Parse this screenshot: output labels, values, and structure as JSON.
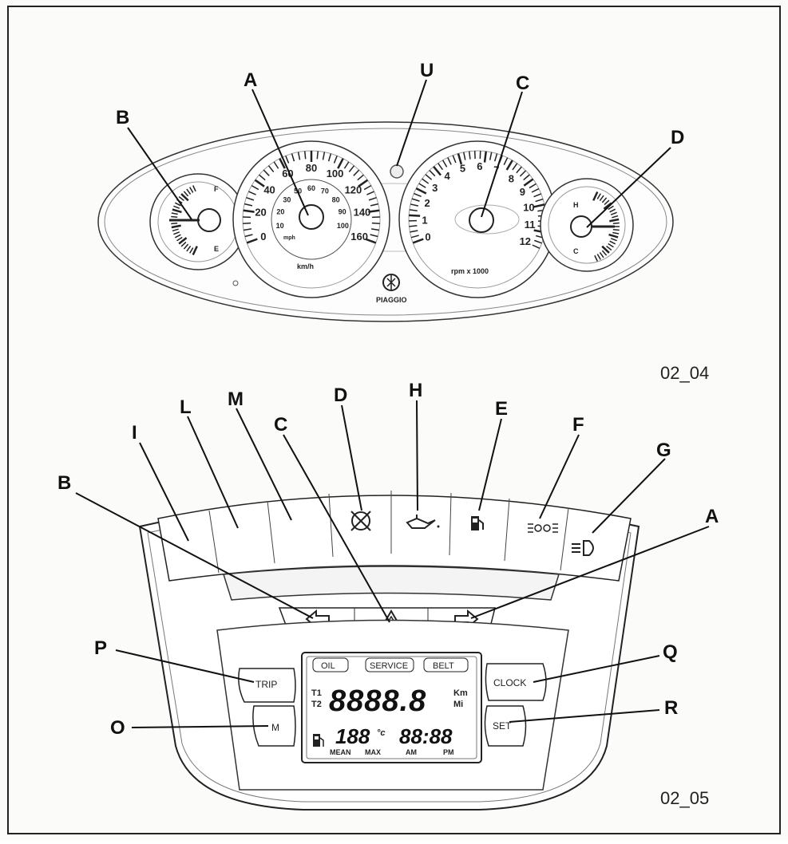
{
  "figure_top": {
    "caption": "02_04",
    "callouts": [
      "A",
      "U",
      "C",
      "B",
      "D"
    ],
    "speedometer": {
      "outer_ticks": [
        "0",
        "20",
        "40",
        "60",
        "80",
        "100",
        "120",
        "140",
        "160"
      ],
      "inner_ticks": [
        "10",
        "20",
        "30",
        "50",
        "60",
        "70",
        "80",
        "90",
        "100"
      ],
      "unit": "km/h",
      "inner_unit": "mph"
    },
    "tachometer": {
      "ticks": [
        "0",
        "1",
        "2",
        "3",
        "4",
        "5",
        "6",
        "7",
        "8",
        "9",
        "10",
        "11",
        "12"
      ],
      "unit": "rpm x 1000"
    },
    "brand": "PIAGGIO",
    "left_gauge_marks": [
      "F",
      "E"
    ],
    "right_gauge_marks": [
      "H",
      "C"
    ]
  },
  "figure_bottom": {
    "caption": "02_05",
    "callouts": {
      "top_row": [
        "I",
        "L",
        "M",
        "C",
        "D",
        "H",
        "E",
        "F",
        "G"
      ],
      "arrows": [
        "B",
        "A"
      ],
      "left": [
        "P",
        "O"
      ],
      "right": [
        "Q",
        "R"
      ]
    },
    "buttons": {
      "trip": "TRIP",
      "mode": "M",
      "clock": "CLOCK",
      "set": "SET"
    },
    "lcd": {
      "tags": [
        "OIL",
        "SERVICE",
        "BELT"
      ],
      "trip_labels": [
        "T1",
        "T2"
      ],
      "odometer": "8888.8",
      "odo_units": [
        "Km",
        "Mi"
      ],
      "temperature": "188",
      "temp_unit": "°c",
      "clock": "88:88",
      "footer": [
        "MEAN",
        "MAX",
        "AM",
        "PM"
      ]
    }
  }
}
